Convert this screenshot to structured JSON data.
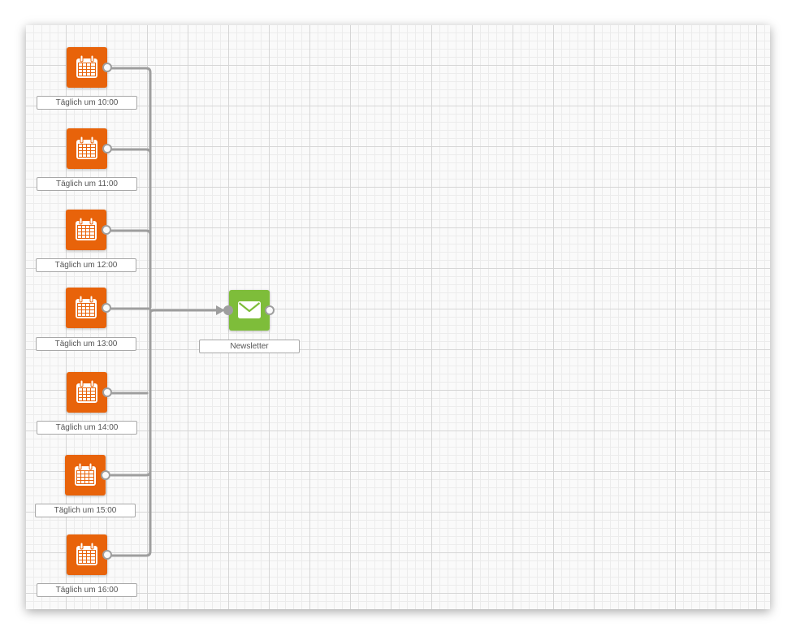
{
  "workflow": {
    "triggers": [
      {
        "label": "Täglich um 10:00",
        "icon": "calendar-icon"
      },
      {
        "label": "Täglich um 11:00",
        "icon": "calendar-icon"
      },
      {
        "label": "Täglich um 12:00",
        "icon": "calendar-icon"
      },
      {
        "label": "Täglich um 13:00",
        "icon": "calendar-icon"
      },
      {
        "label": "Täglich um 14:00",
        "icon": "calendar-icon"
      },
      {
        "label": "Täglich um 15:00",
        "icon": "calendar-icon"
      },
      {
        "label": "Täglich um 16:00",
        "icon": "calendar-icon"
      }
    ],
    "action": {
      "label": "Newsletter",
      "icon": "envelope-icon"
    }
  },
  "colors": {
    "trigger": "#e8630a",
    "action": "#7ebd3a",
    "connector": "#9e9e9e",
    "grid_major": "#d6d6d6",
    "grid_minor": "#ececec"
  }
}
